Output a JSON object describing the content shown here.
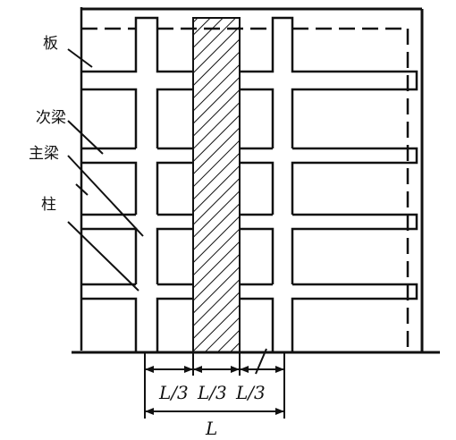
{
  "labels": {
    "slab": "板",
    "secondary_beam": "次梁",
    "main_beam": "主梁",
    "column": "柱"
  },
  "dimensions": {
    "segment_1": "L/3",
    "segment_2": "L/3",
    "segment_3": "L/3",
    "total": "L"
  },
  "colors": {
    "line": "#111111",
    "background": "#ffffff"
  }
}
